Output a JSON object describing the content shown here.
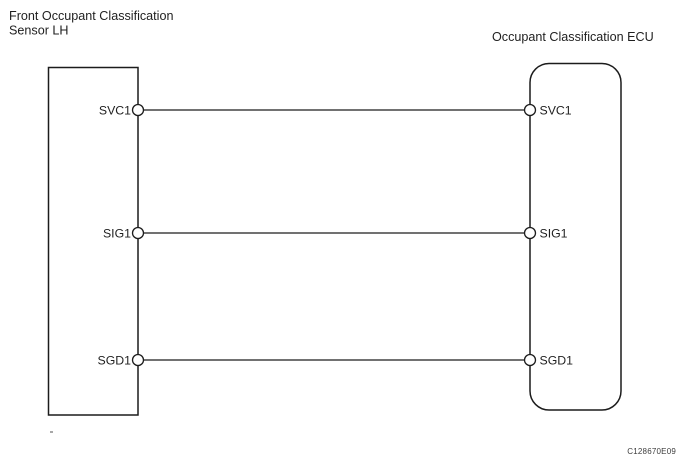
{
  "colors": {
    "background": "#ffffff",
    "line": "#1c1c1c",
    "text": "#1f1f1f"
  },
  "diagram": {
    "type": "wiring-diagram",
    "sensor": {
      "title_line1": "Front Occupant Classification",
      "title_line2": "Sensor LH",
      "pins": {
        "svc1": "SVC1",
        "sig1": "SIG1",
        "sgd1": "SGD1"
      }
    },
    "ecu": {
      "title": "Occupant Classification ECU",
      "pins": {
        "svc1": "SVC1",
        "sig1": "SIG1",
        "sgd1": "SGD1"
      }
    },
    "connections": [
      {
        "from": "SVC1",
        "to": "SVC1"
      },
      {
        "from": "SIG1",
        "to": "SIG1"
      },
      {
        "from": "SGD1",
        "to": "SGD1"
      }
    ],
    "figure_code": "C128670E09"
  }
}
